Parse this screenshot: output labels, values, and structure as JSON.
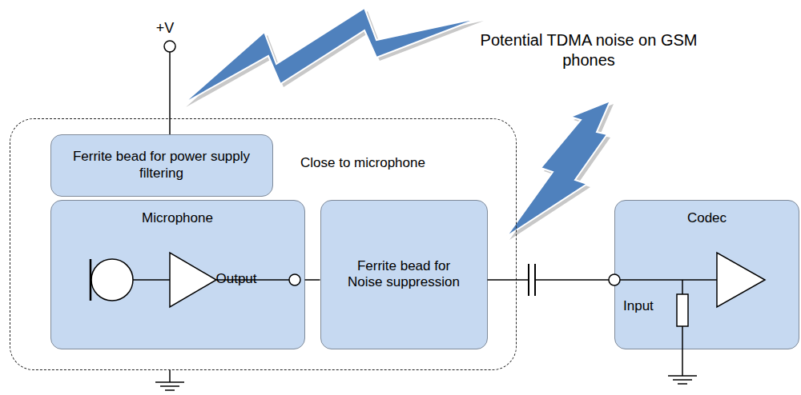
{
  "diagram": {
    "nodes": [
      {
        "text": [
          "Close to microphone"
        ]
      },
      {
        "text": [
          "Ferrite bead for power supply filtering"
        ],
        "in": 0
      },
      {
        "text": [
          "Microphone",
          "Output"
        ],
        "in": 0
      },
      {
        "text": [
          "Ferrite bead for Noise suppression"
        ],
        "in": 0
      },
      {
        "text": [
          "Codec",
          "Input"
        ]
      }
    ],
    "edges": [
      {
        "from": 2,
        "to": 3,
        "arrow": "none"
      },
      {
        "from": 3,
        "to": 4,
        "arrow": "none"
      }
    ],
    "labels": [
      "+V",
      "Potential TDMA noise on GSM phones"
    ]
  }
}
